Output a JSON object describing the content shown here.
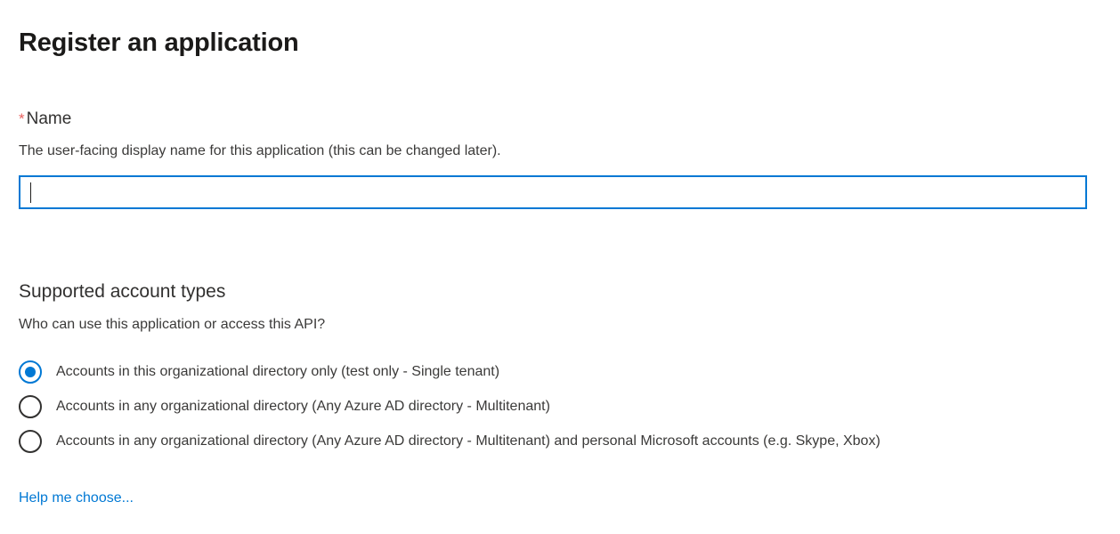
{
  "page": {
    "title": "Register an application"
  },
  "name_field": {
    "required_marker": "*",
    "label": "Name",
    "description": "The user-facing display name for this application (this can be changed later).",
    "value": "",
    "placeholder": "",
    "focused": true
  },
  "account_types": {
    "title": "Supported account types",
    "subtitle": "Who can use this application or access this API?",
    "options": [
      {
        "label": "Accounts in this organizational directory only (test only - Single tenant)",
        "selected": true
      },
      {
        "label": "Accounts in any organizational directory (Any Azure AD directory - Multitenant)",
        "selected": false
      },
      {
        "label": "Accounts in any organizational directory (Any Azure AD directory - Multitenant) and personal Microsoft accounts (e.g. Skype, Xbox)",
        "selected": false
      }
    ]
  },
  "help_link": {
    "label": "Help me choose..."
  },
  "colors": {
    "accent_blue": "#0078d4",
    "required_red": "#e8615e",
    "heading_text": "#1b1a19",
    "body_text": "#3b3a39",
    "radio_border": "#323130",
    "background": "#ffffff"
  }
}
